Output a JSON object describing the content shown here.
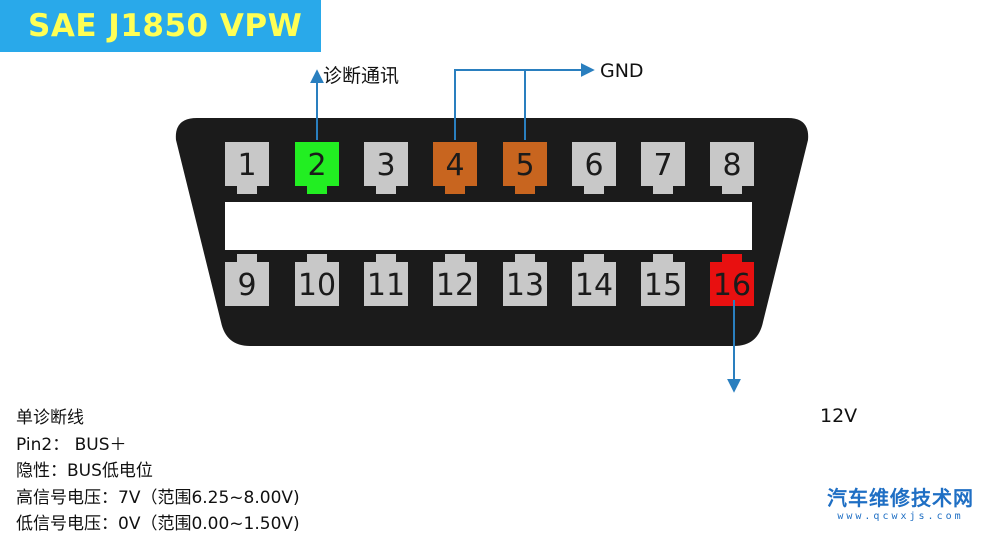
{
  "title": "SAE J1850 VPW",
  "labels": {
    "comm": "诊断通讯",
    "gnd": "GND",
    "v12": "12V"
  },
  "pins": {
    "top": [
      "1",
      "2",
      "3",
      "4",
      "5",
      "6",
      "7",
      "8"
    ],
    "bottom": [
      "9",
      "10",
      "11",
      "12",
      "13",
      "14",
      "15",
      "16"
    ]
  },
  "colors": {
    "title_bg": "#29a9ea",
    "title_text": "#ffff55",
    "connector_body": "#1b1b1b",
    "pin_default": "#c8c8c8",
    "pin_comm": "#22ee22",
    "pin_gnd": "#c8651f",
    "pin_power": "#e81010",
    "arrow": "#2a7fbf"
  },
  "info_lines": [
    "单诊断线",
    "Pin2：  BUS＋",
    "隐性：BUS低电位",
    "高信号电压：7V（范围6.25~8.00V)",
    "低信号电压：0V（范围0.00~1.50V)"
  ],
  "watermark": {
    "main": "汽车维修技术网",
    "url": "www.qcwxjs.com"
  }
}
